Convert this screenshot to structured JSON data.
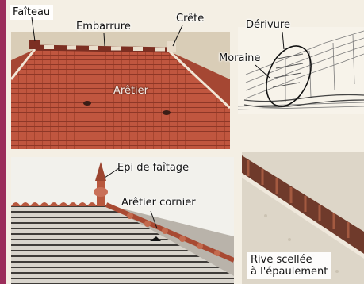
{
  "labels": {
    "faiteau": "Faîteau",
    "embarrure": "Embarrure",
    "crete": "Crête",
    "arestier": "Arêtier",
    "derivure": "Dérivure",
    "moraine": "Moraine",
    "epi_de_faitage": "Epi de faîtage",
    "arestier_cornier": "Arêtier cornier",
    "rive_scellee_line1": "Rive scellée",
    "rive_scellee_line2": "à l'épaulement"
  },
  "colors": {
    "accent_bar": "#9b2d5a",
    "tile_red": "#c0563f",
    "page_background": "#f4efe4"
  }
}
